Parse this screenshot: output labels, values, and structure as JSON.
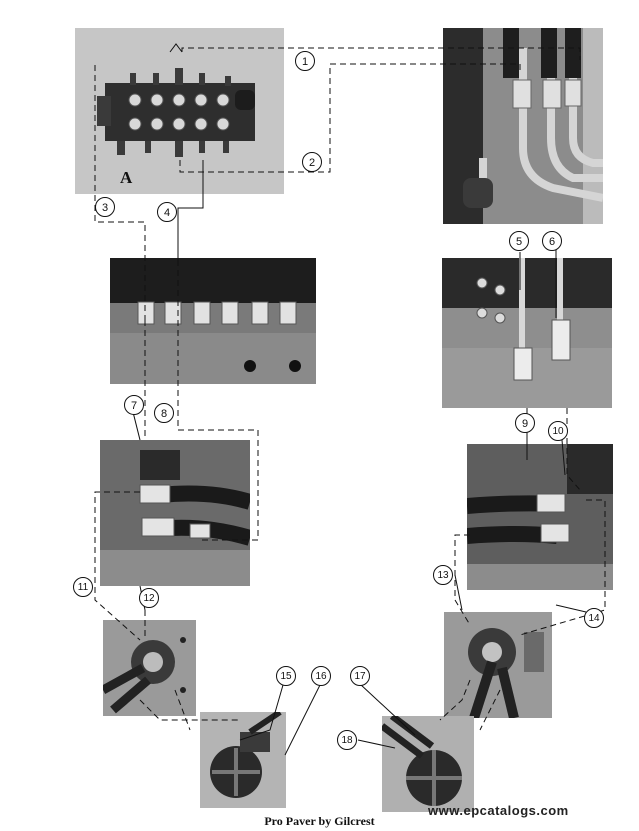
{
  "diagram": {
    "component_label": "A",
    "callouts": [
      "1",
      "2",
      "3",
      "4",
      "5",
      "6",
      "7",
      "8",
      "9",
      "10",
      "11",
      "12",
      "13",
      "14",
      "15",
      "16",
      "17",
      "18"
    ]
  },
  "footer": {
    "title": "Pro Paver by Gilcrest",
    "watermark": "www.epcatalogs.com"
  },
  "colors": {
    "photo_light": "#c9c9c9",
    "photo_dark": "#2a2a2a",
    "line": "#111111"
  }
}
